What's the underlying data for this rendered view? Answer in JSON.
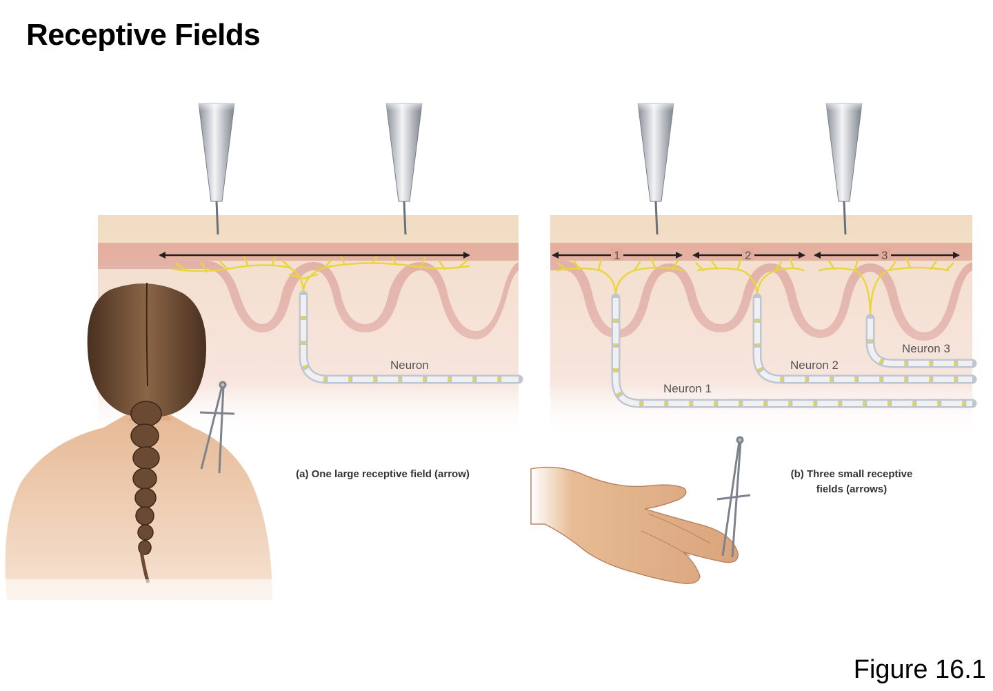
{
  "title": "Receptive Fields",
  "figure_label": "Figure 16.1",
  "panel_a": {
    "caption": "(a) One large receptive field (arrow)",
    "neuron_label": "Neuron"
  },
  "panel_b": {
    "caption_line1": "(b) Three small receptive",
    "caption_line2": "fields (arrows)",
    "field_numbers": [
      "1",
      "2",
      "3"
    ],
    "neuron_labels": [
      "Neuron 1",
      "Neuron 2",
      "Neuron 3"
    ]
  },
  "colors": {
    "skin_surface": "#f0dcc4",
    "epidermis": "#e8b8a6",
    "dermis": "#f3d8cc",
    "nerve_ending": "#e8d63c",
    "myelin": "#e3e6ea",
    "hair": "#6a4a33",
    "body_skin": "#e9c3a3"
  }
}
